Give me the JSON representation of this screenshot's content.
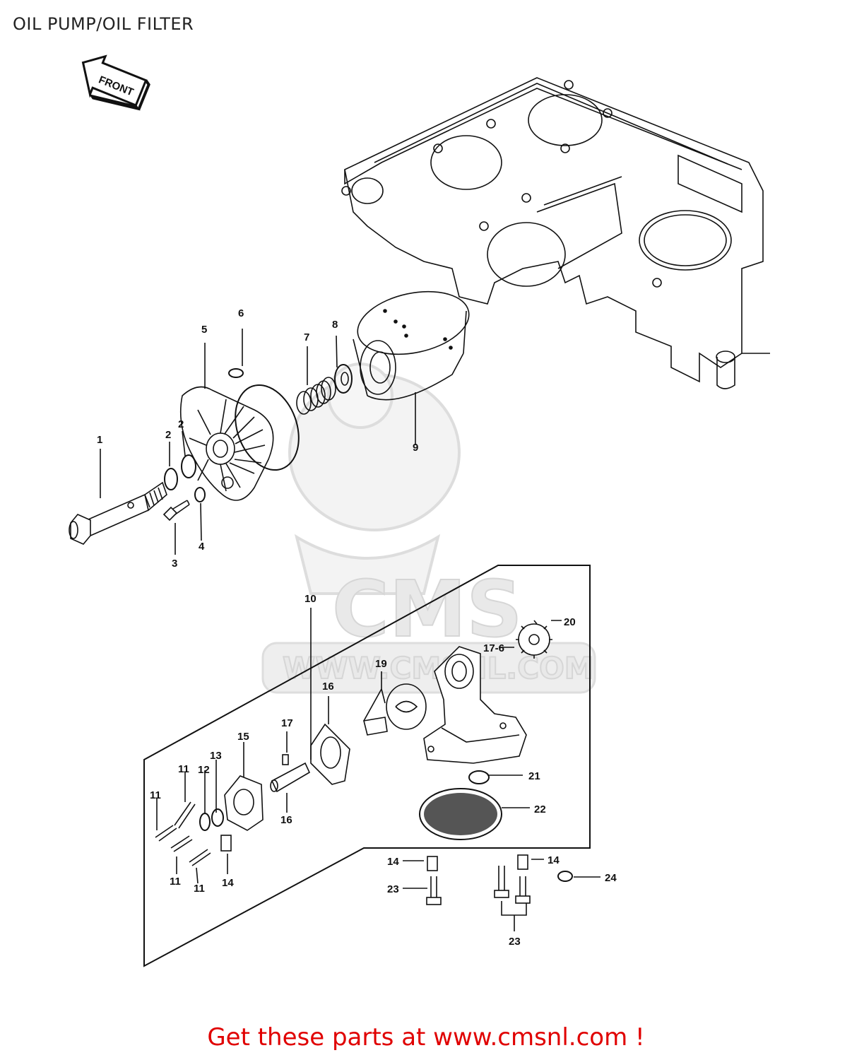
{
  "title": "OIL PUMP/OIL FILTER",
  "front_label": "FRONT",
  "watermark": {
    "brand": "CMS",
    "url": "WWW.CMSNL.COM"
  },
  "callouts": [
    {
      "id": "c1",
      "text": "1"
    },
    {
      "id": "c2a",
      "text": "2"
    },
    {
      "id": "c2b",
      "text": "2"
    },
    {
      "id": "c3",
      "text": "3"
    },
    {
      "id": "c4",
      "text": "4"
    },
    {
      "id": "c5",
      "text": "5"
    },
    {
      "id": "c6",
      "text": "6"
    },
    {
      "id": "c7",
      "text": "7"
    },
    {
      "id": "c8",
      "text": "8"
    },
    {
      "id": "c9",
      "text": "9"
    },
    {
      "id": "c10",
      "text": "10"
    },
    {
      "id": "c11a",
      "text": "11"
    },
    {
      "id": "c11b",
      "text": "11"
    },
    {
      "id": "c11c",
      "text": "11"
    },
    {
      "id": "c11d",
      "text": "11"
    },
    {
      "id": "c12",
      "text": "12"
    },
    {
      "id": "c13",
      "text": "13"
    },
    {
      "id": "c14a",
      "text": "14"
    },
    {
      "id": "c14b",
      "text": "14"
    },
    {
      "id": "c14c",
      "text": "14"
    },
    {
      "id": "c15",
      "text": "15"
    },
    {
      "id": "c16a",
      "text": "16"
    },
    {
      "id": "c16b",
      "text": "16"
    },
    {
      "id": "c17a",
      "text": "17"
    },
    {
      "id": "c17b",
      "text": "17-6"
    },
    {
      "id": "c19",
      "text": "19"
    },
    {
      "id": "c20",
      "text": "20"
    },
    {
      "id": "c21",
      "text": "21"
    },
    {
      "id": "c22",
      "text": "22"
    },
    {
      "id": "c23a",
      "text": "23"
    },
    {
      "id": "c23b",
      "text": "23"
    },
    {
      "id": "c24",
      "text": "24"
    }
  ],
  "promo_text": "Get these parts at www.cmsnl.com !"
}
